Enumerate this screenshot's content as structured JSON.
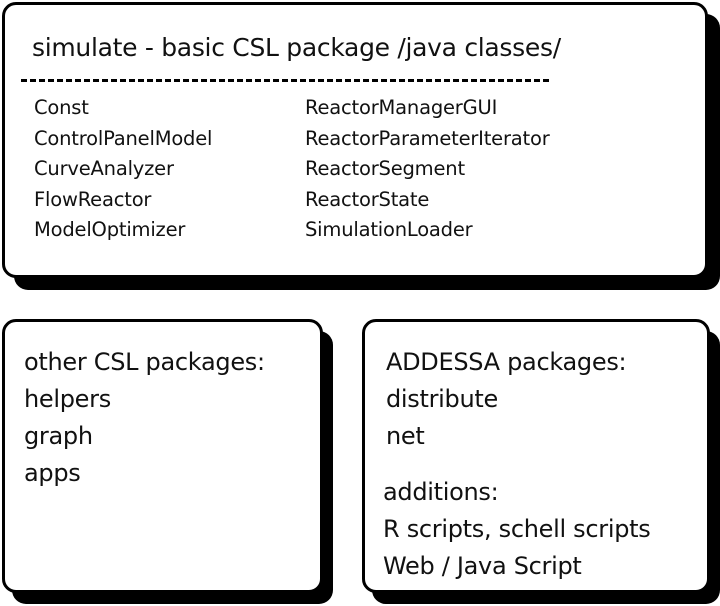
{
  "top_box": {
    "title": "simulate - basic CSL package /java classes/",
    "classes_left": [
      "Const",
      "ControlPanelModel",
      "CurveAnalyzer",
      "FlowReactor",
      "ModelOptimizer"
    ],
    "classes_right": [
      "ReactorManagerGUI",
      "ReactorParameterIterator",
      "ReactorSegment",
      "ReactorState",
      "SimulationLoader"
    ]
  },
  "bottom_left_box": {
    "heading": "other CSL packages:",
    "items": [
      "helpers",
      "graph",
      "apps"
    ]
  },
  "bottom_right_box": {
    "heading": "ADDESSA packages:",
    "items": [
      "distribute",
      "net"
    ],
    "additions_heading": "additions:",
    "additions": [
      "R scripts, schell scripts",
      "Web / Java Script"
    ]
  },
  "colors": {
    "border": "#000000",
    "background": "#ffffff",
    "text": "#111111"
  }
}
